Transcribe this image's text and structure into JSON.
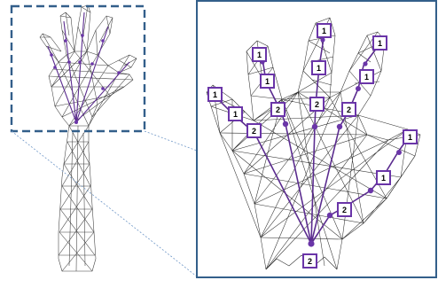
{
  "figure": {
    "colors": {
      "mesh": "#3a3a3a",
      "skeleton": "#5b2c8f",
      "joint": "#6a35a8",
      "badge_border": "#6a35a8",
      "frame": "#335f8a",
      "leader": "#6f97c7"
    },
    "icons": {
      "overview": "hand-mesh-overview-icon",
      "detail": "hand-mesh-detail-icon"
    },
    "labels": [
      {
        "id": "thumb-tip",
        "text": "1"
      },
      {
        "id": "thumb-mid",
        "text": "1"
      },
      {
        "id": "thumb-base",
        "text": "2"
      },
      {
        "id": "index-tip",
        "text": "1"
      },
      {
        "id": "index-mid",
        "text": "1"
      },
      {
        "id": "index-base",
        "text": "2"
      },
      {
        "id": "middle-tip",
        "text": "1"
      },
      {
        "id": "middle-mid",
        "text": "1"
      },
      {
        "id": "middle-base",
        "text": "2"
      },
      {
        "id": "ring-tip",
        "text": "1"
      },
      {
        "id": "ring-mid",
        "text": "1"
      },
      {
        "id": "ring-base",
        "text": "2"
      },
      {
        "id": "pinky-tip",
        "text": "1"
      },
      {
        "id": "pinky-mid",
        "text": "1"
      },
      {
        "id": "pinky-base",
        "text": "2"
      },
      {
        "id": "wrist",
        "text": "2"
      }
    ]
  }
}
